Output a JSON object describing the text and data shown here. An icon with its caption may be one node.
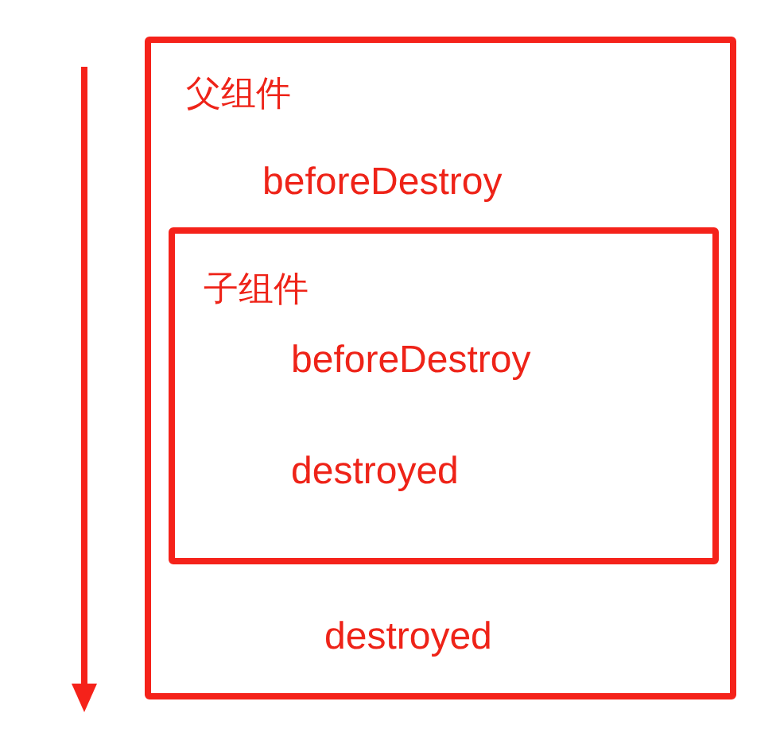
{
  "diagram": {
    "nodes": [
      {
        "text": [
          "父组件",
          "beforeDestroy",
          "destroyed"
        ]
      },
      {
        "text": [
          "子组件",
          "beforeDestroy",
          "destroyed"
        ],
        "in": 0
      }
    ]
  }
}
